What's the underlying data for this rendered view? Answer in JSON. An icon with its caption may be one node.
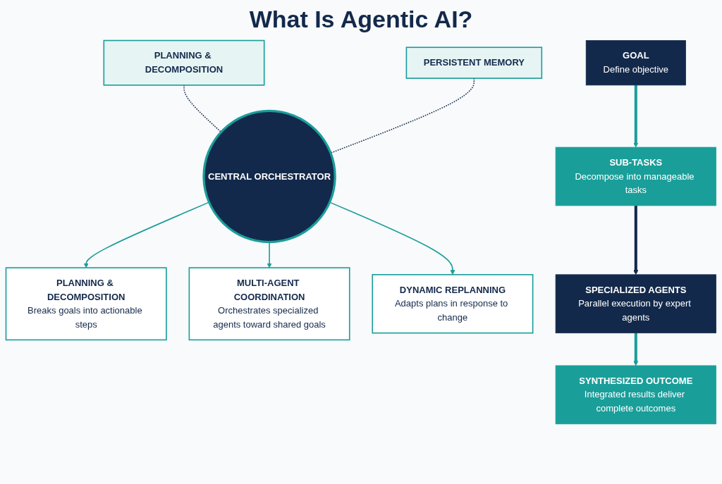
{
  "diagram": {
    "title": "What Is Agentic AI?",
    "nodes": [
      {
        "text": [
          "PLANNING & DECOMPOSITION"
        ]
      },
      {
        "text": [
          "PERSISTENT MEMORY"
        ]
      },
      {
        "text": [
          "CENTRAL ORCHESTRATOR"
        ]
      },
      {
        "text": [
          "PLANNING & DECOMPOSITION",
          "Breaks goals into actionable steps"
        ]
      },
      {
        "text": [
          "MULTI-AGENT COORDINATION",
          "Orchestrates specialized agents toward shared goals"
        ]
      },
      {
        "text": [
          "DYNAMIC REPLANNING",
          "Adapts plans in response to change"
        ]
      },
      {
        "text": [
          "GOAL",
          "Define objective"
        ]
      },
      {
        "text": [
          "SUB-TASKS",
          "Decompose into manageable tasks"
        ]
      },
      {
        "text": [
          "SPECIALIZED AGENTS",
          "Parallel execution by expert agents"
        ]
      },
      {
        "text": [
          "SYNTHESIZED OUTCOME",
          "Integrated results deliver complete outcomes"
        ]
      }
    ],
    "edges": [
      {
        "from": 0,
        "to": 2,
        "arrow": "none",
        "style": "dashed",
        "color": "#1b2f55"
      },
      {
        "from": 1,
        "to": 2,
        "arrow": "none",
        "style": "dashed",
        "color": "#1b2f55"
      },
      {
        "from": 2,
        "to": 3,
        "arrow": "to"
      },
      {
        "from": 2,
        "to": 4,
        "arrow": "to"
      },
      {
        "from": 2,
        "to": 5,
        "arrow": "to"
      },
      {
        "from": 6,
        "to": 7,
        "arrow": "to",
        "style": "thick"
      },
      {
        "from": 7,
        "to": 8,
        "arrow": "to",
        "style": "thick",
        "color": "#13294b"
      },
      {
        "from": 8,
        "to": 9,
        "arrow": "to",
        "style": "thick"
      }
    ]
  }
}
